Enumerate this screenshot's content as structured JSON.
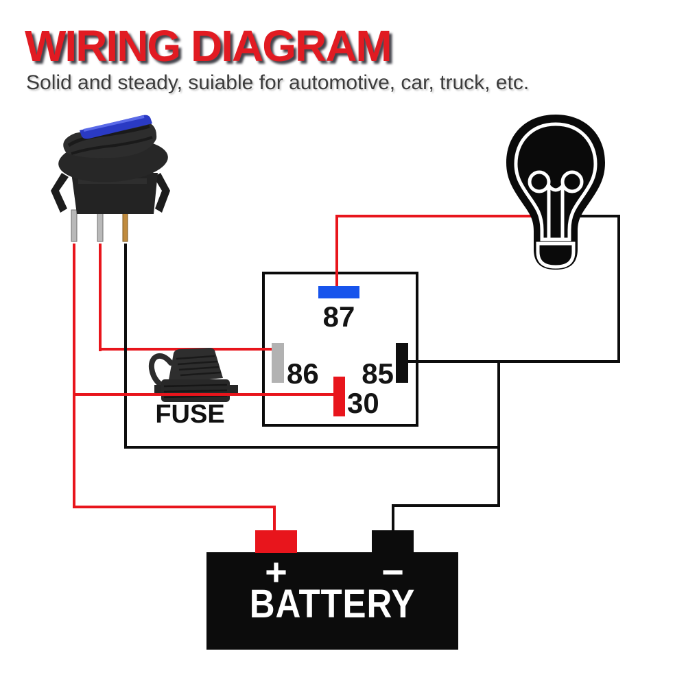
{
  "header": {
    "title": "WIRING DIAGRAM",
    "subtitle": "Solid and steady, suiable for automotive, car, truck, etc."
  },
  "relay": {
    "terminals": [
      {
        "label": "87",
        "position": "top",
        "color": "#1754ec"
      },
      {
        "label": "86",
        "position": "left",
        "color": "#b2b2b2"
      },
      {
        "label": "85",
        "position": "right",
        "color": "#0f0f0f"
      },
      {
        "label": "30",
        "position": "bottom",
        "color": "#e8151c"
      }
    ]
  },
  "fuse": {
    "label": "FUSE"
  },
  "battery": {
    "label": "BATTERY",
    "positive_symbol": "+",
    "negative_symbol": "−"
  },
  "colors": {
    "title_red": "#e11b22",
    "wire_positive_red": "#e8151c",
    "wire_ground_black": "#0d0d0d"
  },
  "components": [
    "rocker-switch",
    "light-bulb",
    "relay",
    "fuse-holder",
    "battery"
  ],
  "connections": [
    "switch left pin → red wire → battery positive terminal",
    "switch left pin red wire branch → through fuse → relay terminal 30",
    "switch middle pin → red wire → relay terminal 86",
    "switch right pin → black wire → ground junction",
    "relay terminal 87 → red wire → light bulb left side",
    "light bulb right side → black wire → relay terminal 85",
    "black wire junction → battery negative terminal"
  ]
}
